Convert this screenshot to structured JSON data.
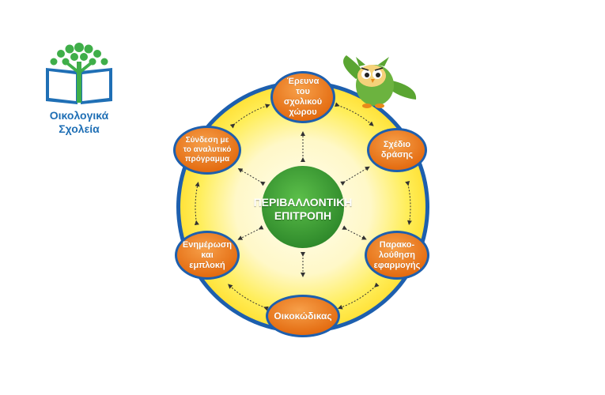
{
  "logo": {
    "line1": "Οικολογικά",
    "line2": "Σχολεία",
    "colors": {
      "blue": "#1f6fb5",
      "green": "#3fae49"
    }
  },
  "diagram": {
    "center": {
      "label": "ΠΕΡΙΒΑΛΛΟΝΤΙΚΗ\nΕΠΙΤΡΟΠΗ",
      "color": "#3c9a35"
    },
    "nodes": [
      {
        "id": "research",
        "label": "Έρευνα\nτου\nσχολικού\nχώρου"
      },
      {
        "id": "action-plan",
        "label": "Σχέδιο\nδράσης"
      },
      {
        "id": "monitoring",
        "label": "Παρακο-\nλούθηση\nεφαρμογής"
      },
      {
        "id": "ecocode",
        "label": "Οικοκώδικας"
      },
      {
        "id": "information",
        "label": "Ενημέρωση\nκαι\nεμπλοκή"
      },
      {
        "id": "curriculum",
        "label": "Σύνδεση με\nτο αναλυτικό\nπρόγραμμα"
      }
    ],
    "colors": {
      "node": "#ef7d1a",
      "node_border": "#1d5fae",
      "ring_outer": "#1d5fae",
      "ring_fill": "#ffe94d",
      "ring_center": "#fffbe0",
      "owl_body": "#6cb33f",
      "owl_face": "#f5d27a"
    }
  }
}
